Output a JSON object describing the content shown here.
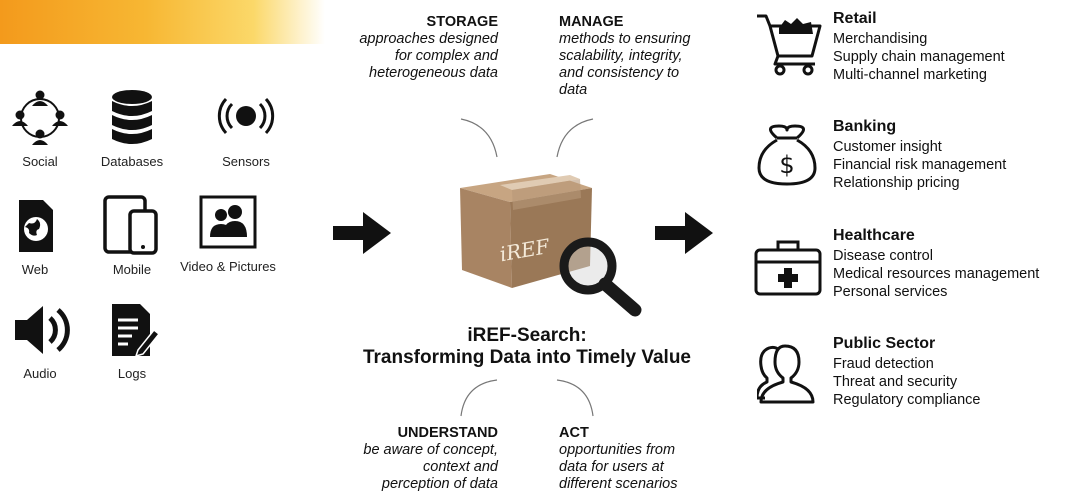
{
  "sources": [
    {
      "label": "Social",
      "icon": "social-network-icon"
    },
    {
      "label": "Databases",
      "icon": "database-icon"
    },
    {
      "label": "Sensors",
      "icon": "sensor-icon"
    },
    {
      "label": "Web",
      "icon": "web-icon"
    },
    {
      "label": "Mobile",
      "icon": "mobile-icon"
    },
    {
      "label": "Video & Pictures",
      "icon": "pictures-icon"
    },
    {
      "label": "Audio",
      "icon": "audio-icon"
    },
    {
      "label": "Logs",
      "icon": "logs-icon"
    }
  ],
  "quadrants": {
    "storage": {
      "heading": "STORAGE",
      "lines": [
        "approaches designed",
        "for complex and",
        "heterogeneous data"
      ]
    },
    "manage": {
      "heading": "MANAGE",
      "lines": [
        "methods to ensuring",
        "scalability, integrity,",
        "and consistency to",
        "data"
      ]
    },
    "understand": {
      "heading": "UNDERSTAND",
      "lines": [
        "be aware of concept,",
        "context and",
        "perception of data"
      ]
    },
    "act": {
      "heading": "ACT",
      "lines": [
        "opportunities from",
        "data for users at",
        "different scenarios"
      ]
    }
  },
  "center": {
    "box_label": "iREF",
    "title_line1": "iREF-Search:",
    "title_line2": "Transforming Data into Timely Value"
  },
  "sectors": [
    {
      "title": "Retail",
      "icon": "shopping-cart-icon",
      "items": [
        "Merchandising",
        "Supply chain management",
        "Multi-channel marketing"
      ]
    },
    {
      "title": "Banking",
      "icon": "money-bag-icon",
      "items": [
        "Customer insight",
        "Financial risk management",
        "Relationship pricing"
      ]
    },
    {
      "title": "Healthcare",
      "icon": "medical-kit-icon",
      "items": [
        "Disease control",
        "Medical resources management",
        "Personal services"
      ]
    },
    {
      "title": "Public Sector",
      "icon": "people-icon",
      "items": [
        "Fraud detection",
        "Threat and security",
        "Regulatory compliance"
      ]
    }
  ],
  "colors": {
    "banner_start": "#f39a1c",
    "banner_end": "#fbd869",
    "box": "#a88463",
    "ink": "#111111"
  }
}
